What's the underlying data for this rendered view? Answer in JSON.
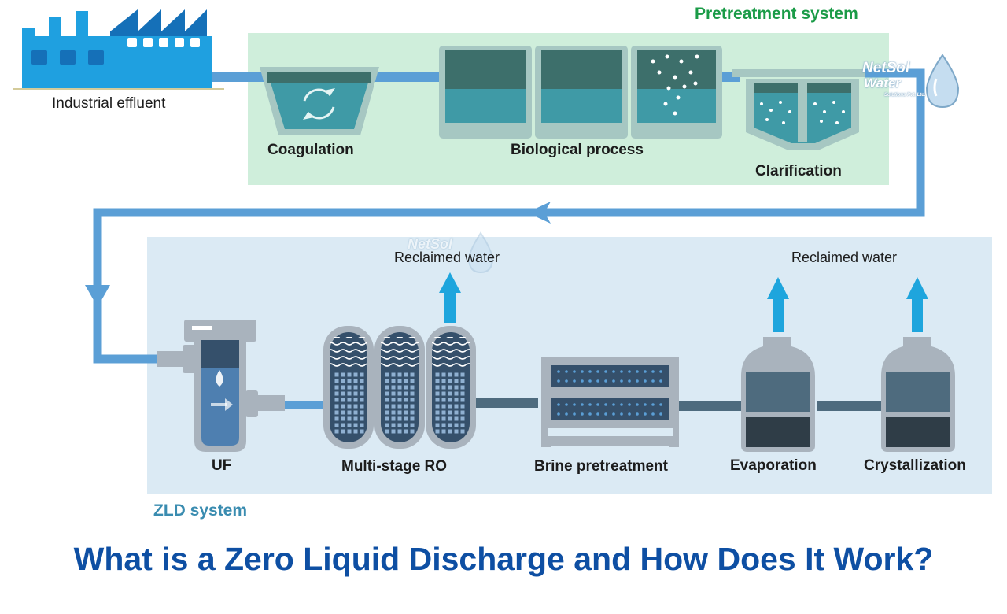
{
  "title": "What is a Zero Liquid Discharge and How Does It Work?",
  "source": {
    "label": "Industrial effluent"
  },
  "pretreatment": {
    "label": "Pretreatment system",
    "color": "#1a9b47",
    "steps": [
      "Coagulation",
      "Biological process",
      "Clarification"
    ]
  },
  "zld": {
    "label": "ZLD system",
    "color": "#3a8cb0",
    "steps": [
      "UF",
      "Multi-stage RO",
      "Brine pretreatment",
      "Evaporation",
      "Crystallization"
    ],
    "outputs": [
      "Reclaimed water",
      "Reclaimed water"
    ]
  },
  "watermark": {
    "brand": "NetSol",
    "brand2": "Water",
    "tagline": "Solutions Pvt. Ltd."
  },
  "colors": {
    "pipe": "#5b9fd6",
    "arrow": "#1ea5dd",
    "factory": "#1fa0e0",
    "factory_dark": "#1570b8",
    "tank_teal": "#3f9aa6",
    "tank_dark": "#3d6f6b",
    "pretreat_bg": "#cfeedb",
    "zld_bg": "#dbeaf4",
    "title": "#0e4fa3"
  }
}
